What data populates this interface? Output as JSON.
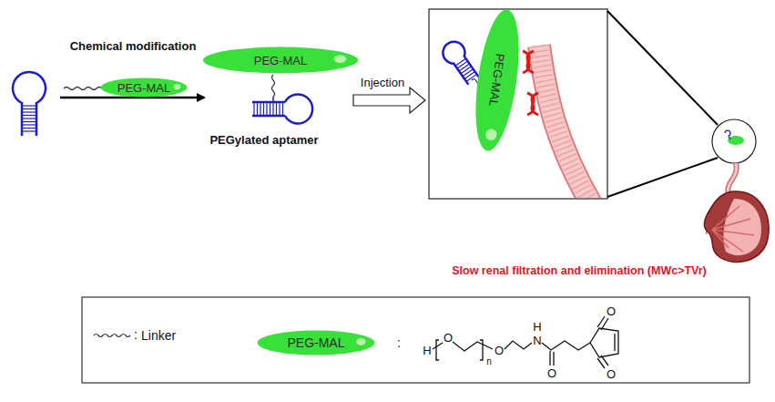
{
  "diagram": {
    "nodes": [
      {
        "text": [
          "PEG-MAL"
        ]
      },
      {
        "text": [
          "PEG-MAL"
        ]
      },
      {
        "text": [
          "PEG-MAL"
        ]
      },
      {
        "text": [
          "PEG-MAL"
        ]
      }
    ],
    "labels": [
      "Chemical modification",
      "PEGylated aptamer",
      "Injection",
      "Slow renal filtration and elimination (MWc>TVr)",
      ":",
      ":",
      "H",
      "O",
      "n",
      "O",
      "N",
      "H",
      "O",
      "O",
      "O"
    ],
    "legend": [
      {
        "text": "Linker"
      }
    ]
  }
}
